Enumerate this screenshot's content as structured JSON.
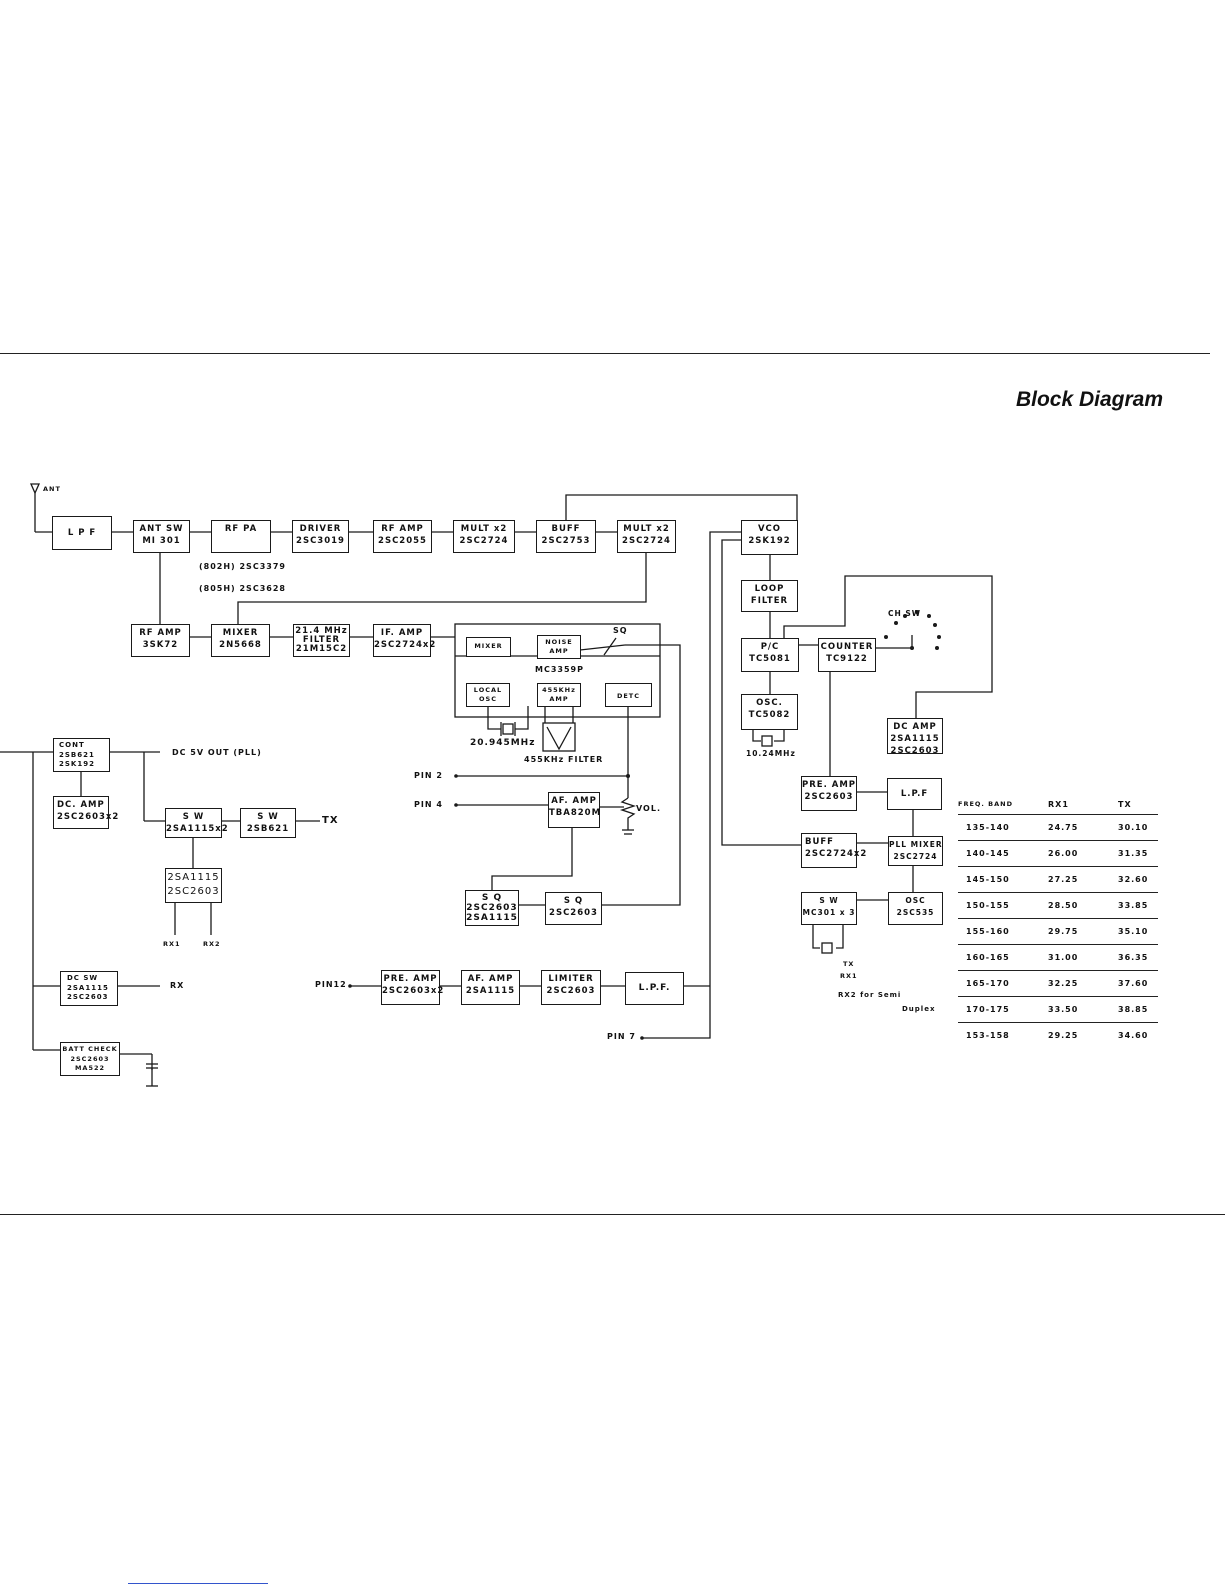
{
  "title": "Block Diagram",
  "blocks": {
    "lpf_ant": [
      "L P F"
    ],
    "ant_sw": [
      "ANT SW",
      "MI 301"
    ],
    "rf_pa": [
      "RF PA"
    ],
    "driver": [
      "DRIVER",
      "2SC3019"
    ],
    "rf_amp_tx": [
      "RF AMP",
      "2SC2055"
    ],
    "mult1": [
      "MULT x2",
      "2SC2724"
    ],
    "buff_tx": [
      "BUFF",
      "2SC2753"
    ],
    "mult2": [
      "MULT x2",
      "2SC2724"
    ],
    "vco": [
      "VCO",
      "2SK192"
    ],
    "loop_filter": [
      "LOOP",
      "FILTER"
    ],
    "pc": [
      "P/C",
      "TC5081"
    ],
    "counter": [
      "COUNTER",
      "TC9122"
    ],
    "osc_pll": [
      "OSC.",
      "TC5082"
    ],
    "dc_amp_ch": [
      "DC AMP",
      "2SA1115",
      "2SC2603"
    ],
    "rf_amp_rx": [
      "RF AMP",
      "3SK72"
    ],
    "mixer_rx": [
      "MIXER",
      "2N5668"
    ],
    "filter_214": [
      "21.4 MHz",
      "FILTER",
      "21M15C2"
    ],
    "if_amp": [
      "IF. AMP",
      "2SC2724x2"
    ],
    "mc_mixer": [
      "MIXER"
    ],
    "mc_noise": [
      "NOISE",
      "AMP"
    ],
    "mc_local": [
      "LOCAL",
      "OSC"
    ],
    "mc_455": [
      "455KHz",
      "AMP"
    ],
    "mc_detc": [
      "DETC"
    ],
    "cont": [
      "CONT",
      "2SB621",
      "2SK192"
    ],
    "dc_amp_left": [
      "DC. AMP",
      "2SC2603x2"
    ],
    "sw_left": [
      "S W",
      "2SA1115x2"
    ],
    "sw_2sb621": [
      "S W",
      "2SB621"
    ],
    "sw_2sa1115": [
      "2SA1115",
      "2SC2603"
    ],
    "dc_sw": [
      "DC SW",
      "2SA1115",
      "2SC2603"
    ],
    "batt_check": [
      "BATT CHECK",
      "2SC2603",
      "MA522"
    ],
    "af_amp_ic": [
      "AF. AMP",
      "TBA820M"
    ],
    "sq1": [
      "S Q",
      "2SC2603",
      "2SA1115"
    ],
    "sq2": [
      "S Q",
      "2SC2603"
    ],
    "pre_amp_af": [
      "PRE. AMP",
      "2SC2603x2"
    ],
    "af_amp2": [
      "AF. AMP",
      "2SA1115"
    ],
    "limiter": [
      "LIMITER",
      "2SC2603"
    ],
    "lpf_af": [
      "L.P.F."
    ],
    "pre_amp_pll": [
      "PRE. AMP",
      "2SC2603"
    ],
    "lpf_pll": [
      "L.P.F"
    ],
    "buff_pll": [
      "BUFF",
      "2SC2724x2"
    ],
    "pll_mixer": [
      "PLL MIXER",
      "2SC2724"
    ],
    "sw_pll": [
      "S W",
      "MC301 x 3"
    ],
    "osc_pll2": [
      "OSC",
      "2SC535"
    ]
  },
  "labels": {
    "ant": "ANT",
    "rf_pa_802": "(802H) 2SC3379",
    "rf_pa_805": "(805H) 2SC3628",
    "mc_chip": "MC3359P",
    "sq_label": "SQ",
    "xtal_20": "20.945MHz",
    "filter_455": "455KHz FILTER",
    "ch_sw": "CH SW",
    "xtal_10": "10.24MHz",
    "dc5v": "DC 5V OUT (PLL)",
    "tx_out": "TX",
    "rx1": "RX1",
    "rx2": "RX2",
    "rx_out": "RX",
    "pin2": "PIN 2",
    "pin4": "PIN 4",
    "vol": "VOL.",
    "pin12": "PIN12",
    "pin7": "PIN 7",
    "tx_sw": "TX",
    "rx1_sw": "RX1",
    "rx2_note": "RX2 for Semi",
    "duplex": "Duplex"
  },
  "freq_table": {
    "headers": [
      "FREQ. BAND",
      "RX1",
      "TX"
    ],
    "rows": [
      [
        "135-140",
        "24.75",
        "30.10"
      ],
      [
        "140-145",
        "26.00",
        "31.35"
      ],
      [
        "145-150",
        "27.25",
        "32.60"
      ],
      [
        "150-155",
        "28.50",
        "33.85"
      ],
      [
        "155-160",
        "29.75",
        "35.10"
      ],
      [
        "160-165",
        "31.00",
        "36.35"
      ],
      [
        "165-170",
        "32.25",
        "37.60"
      ],
      [
        "170-175",
        "33.50",
        "38.85"
      ],
      [
        "153-158",
        "29.25",
        "34.60"
      ]
    ]
  }
}
